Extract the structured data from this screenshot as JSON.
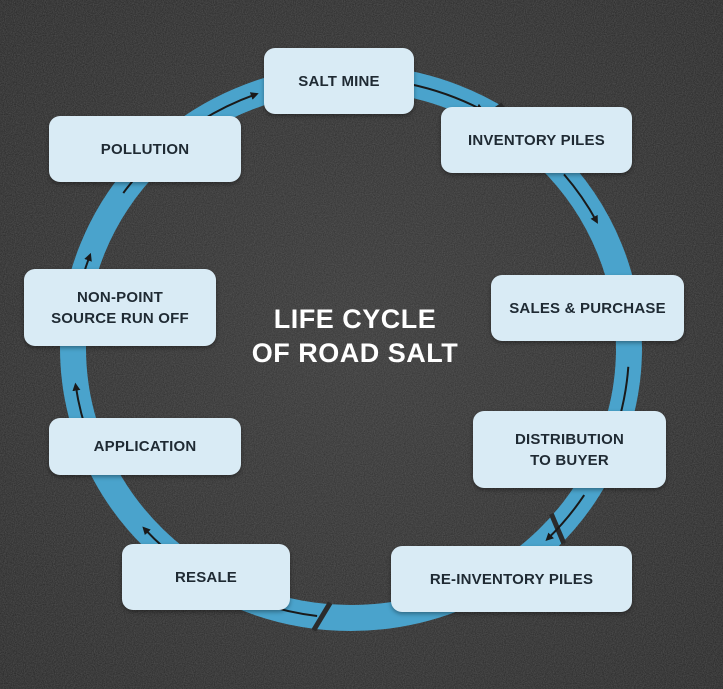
{
  "diagram": {
    "title_line1": "LIFE CYCLE",
    "title_line2": "OF ROAD SALT",
    "steps": [
      {
        "id": "salt-mine",
        "label": "SALT MINE"
      },
      {
        "id": "inventory-piles",
        "label": "INVENTORY PILES"
      },
      {
        "id": "sales-purchase",
        "label": "SALES & PURCHASE"
      },
      {
        "id": "distribution-to-buyer",
        "label": "DISTRIBUTION\nTO BUYER"
      },
      {
        "id": "re-inventory-piles",
        "label": "RE-INVENTORY PILES"
      },
      {
        "id": "resale",
        "label": "RESALE"
      },
      {
        "id": "application",
        "label": "APPLICATION"
      },
      {
        "id": "non-point-source-run-off",
        "label": "NON-POINT\nSOURCE RUN OFF"
      },
      {
        "id": "pollution",
        "label": "POLLUTION"
      }
    ],
    "flow_direction": "clockwise",
    "colors": {
      "background": "#2a2a2a",
      "ring": "#4aa3cc",
      "box": "#d9ebf5",
      "box_text": "#1f2a33",
      "arrow": "#1a1a1a",
      "title": "#ffffff"
    }
  }
}
